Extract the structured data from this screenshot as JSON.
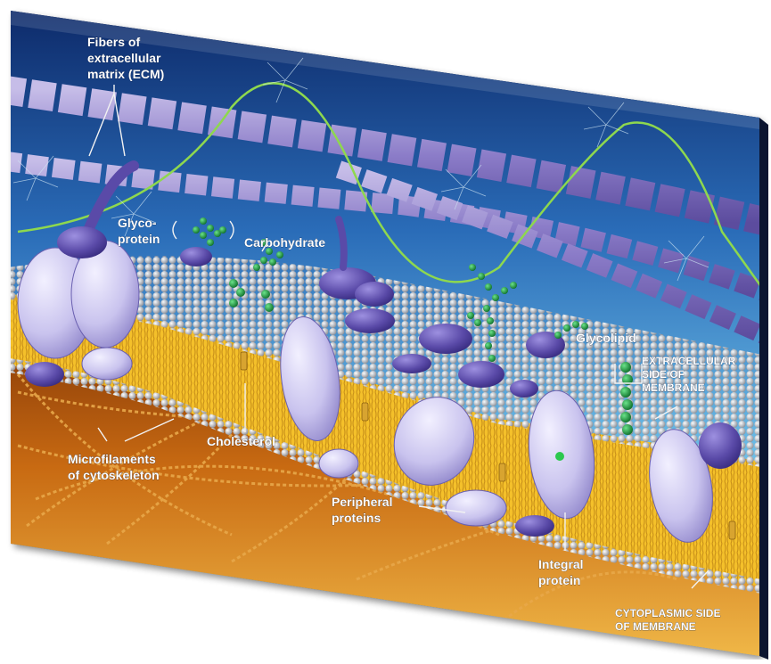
{
  "labels": {
    "fibers_ecm": [
      "Fibers of",
      "extracellular",
      "matrix (ECM)"
    ],
    "glycoprotein": [
      "Glyco-",
      "protein"
    ],
    "carbohydrate": "Carbohydrate",
    "glycolipid": "Glycolipid",
    "extracellular_side": [
      "EXTRACELLULAR",
      "SIDE OF",
      "MEMBRANE"
    ],
    "cholesterol": "Cholesterol",
    "microfilaments": [
      "Microfilaments",
      "of cytoskeleton"
    ],
    "peripheral_proteins": [
      "Peripheral",
      "proteins"
    ],
    "integral_protein": [
      "Integral",
      "protein"
    ],
    "cytoplasmic_side": [
      "CYTOPLASMIC SIDE",
      "OF MEMBRANE"
    ]
  },
  "colors": {
    "ecm_top": "#0f2f74",
    "ecm_mid": "#2f7bc4",
    "ecm_light": "#8fd2ef",
    "cytoplasm": "#c86a12",
    "cytoplasm_light": "#f2b13b",
    "bilayer_tail": "#f5c22c",
    "head_gray": "#d0d0d0",
    "protein_lavender": "#d9d6f3",
    "protein_purple": "#5a4aa8",
    "fiber_purple": "#8a78c4",
    "carbohydrate_green": "#1a9b3d",
    "fiber_green": "#7fd24a",
    "microfilament": "#e0a34a",
    "label_white": "#ffffff"
  }
}
